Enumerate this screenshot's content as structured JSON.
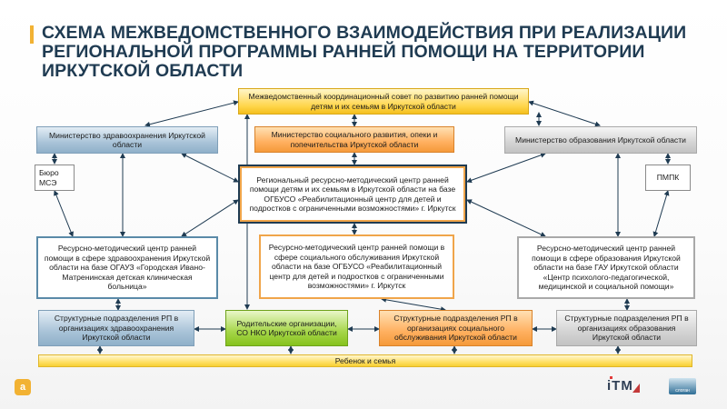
{
  "title": "СХЕМА МЕЖВЕДОМСТВЕННОГО ВЗАИМОДЕЙСТВИЯ ПРИ РЕАЛИЗАЦИИ РЕГИОНАЛЬНОЙ ПРОГРАММЫ РАННЕЙ ПОМОЩИ НА ТЕРРИТОРИИ ИРКУТСКОЙ ОБЛАСТИ",
  "council": "Межведомственный координационный совет по развитию ранней помощи детям и их семьям в Иркутской области",
  "ministries": {
    "health": "Министерство здравоохранения Иркутской области",
    "social": "Министерство социального развития, опеки и попечительства Иркутской области",
    "education": "Министерство образования Иркутской области"
  },
  "side": {
    "mse": "Бюро МСЭ",
    "pmpk": "ПМПК"
  },
  "regional_center": "Региональный ресурсно-методический центр ранней помощи детям и их семьям в Иркутской области на базе ОГБУСО «Реабилитационный центр для детей и подростков с ограниченными возможностями» г. Иркутск",
  "resource_centers": {
    "health": "Ресурсно-методический центр ранней помощи в сфере здравоохранения Иркутской области на базе ОГАУЗ «Городская Ивано-Матренинская детская клиническая больница»",
    "social": "Ресурсно-методический центр ранней помощи в сфере социального обслуживания Иркутской области на базе ОГБУСО «Реабилитационный центр для детей и подростков с ограниченными возможностями» г. Иркутск",
    "education": "Ресурсно-методический центр ранней помощи в сфере образования Иркутской области на базе ГАУ Иркутской области «Центр психолого-педагогической, медицинской и социальной помощи»"
  },
  "units": {
    "health": "Структурные подразделения РП в организациях здравоохранения Иркутской области",
    "parents": "Родительские организации, СО НКО Иркутской области",
    "social": "Структурные подразделения РП в организациях социального обслуживания Иркутской области",
    "education": "Структурные подразделения РП в организациях образования Иркутской области"
  },
  "family": "Ребенок и семья",
  "logos": {
    "left_mark": "а",
    "itm": "iTM",
    "right_caption": "слоган"
  },
  "colors": {
    "title": "#1f3b52",
    "accent": "#f2b233",
    "arrow": "#1f3b52"
  }
}
